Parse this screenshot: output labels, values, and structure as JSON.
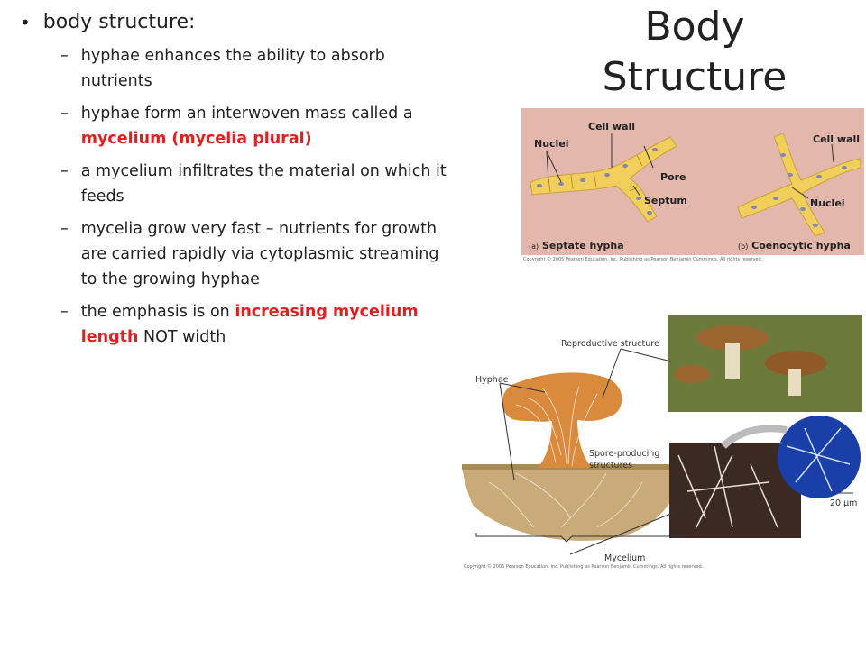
{
  "slide_title": "Body Structure",
  "main_bullet": "body structure:",
  "sub_bullets": [
    {
      "parts": [
        {
          "text": "hyphae enhances the ability to absorb nutrients",
          "red": false
        }
      ]
    },
    {
      "parts": [
        {
          "text": "hyphae form an interwoven mass called a ",
          "red": false
        },
        {
          "text": "mycelium (mycelia plural)",
          "red": true
        }
      ]
    },
    {
      "parts": [
        {
          "text": "a mycelium infiltrates the material on which it feeds",
          "red": false
        }
      ]
    },
    {
      "parts": [
        {
          "text": "mycelia grow very fast – nutrients for growth are carried rapidly via cytoplasmic streaming to the growing hyphae",
          "red": false
        }
      ]
    },
    {
      "parts": [
        {
          "text": "the emphasis is on ",
          "red": false
        },
        {
          "text": "increasing mycelium length",
          "red": true
        },
        {
          "text": " NOT width",
          "red": false
        }
      ]
    }
  ],
  "hypha_figure": {
    "labels": {
      "nuclei_left": "Nuclei",
      "cell_wall_left": "Cell wall",
      "pore": "Pore",
      "septum": "Septum",
      "cell_wall_right": "Cell wall",
      "nuclei_right": "Nuclei",
      "part_a": "(a)",
      "septate": "Septate hypha",
      "part_b": "(b)",
      "coenocytic": "Coenocytic hypha"
    },
    "copyright": "Copyright © 2005 Pearson Education, Inc. Publishing as Pearson Benjamin Cummings. All rights reserved.",
    "colors": {
      "background": "#e3b7ac",
      "hypha": "#f2cf5a",
      "nucleus": "#7f86b8"
    }
  },
  "mushroom_figure": {
    "labels": {
      "reproductive": "Reproductive structure",
      "hyphae": "Hyphae",
      "spore": "Spore-producing structures",
      "mycelium": "Mycelium",
      "scale": "20 μm"
    },
    "copyright": "Copyright © 2005 Pearson Education, Inc. Publishing as Pearson Benjamin Cummings. All rights reserved.",
    "colors": {
      "mushroom": "#d98a3d",
      "soil": "#c8ab78"
    }
  }
}
